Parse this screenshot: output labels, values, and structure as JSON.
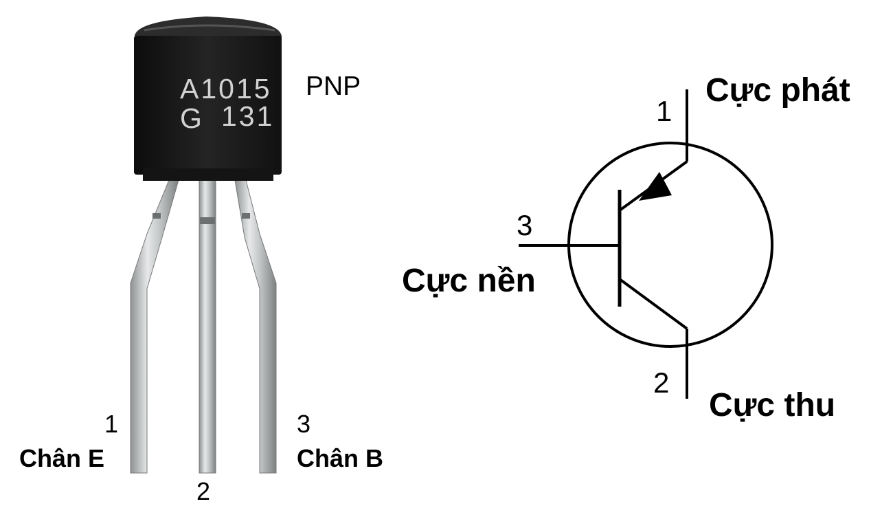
{
  "component": {
    "marking_line1": "A1015",
    "marking_line2_left": "G",
    "marking_line2_right": "131",
    "type_label": "PNP"
  },
  "photo_pins": {
    "pin1_number": "1",
    "pin1_name": "Chân E",
    "pin2_number": "2",
    "pin3_number": "3",
    "pin3_name": "Chân B"
  },
  "symbol": {
    "emitter_number": "1",
    "emitter_label": "Cực phát",
    "base_number": "3",
    "base_label": "Cực nền",
    "collector_number": "2",
    "collector_label": "Cực thu"
  },
  "colors": {
    "body": "#1c1c1c",
    "lead": "#b9bcbd",
    "line": "#000000"
  }
}
